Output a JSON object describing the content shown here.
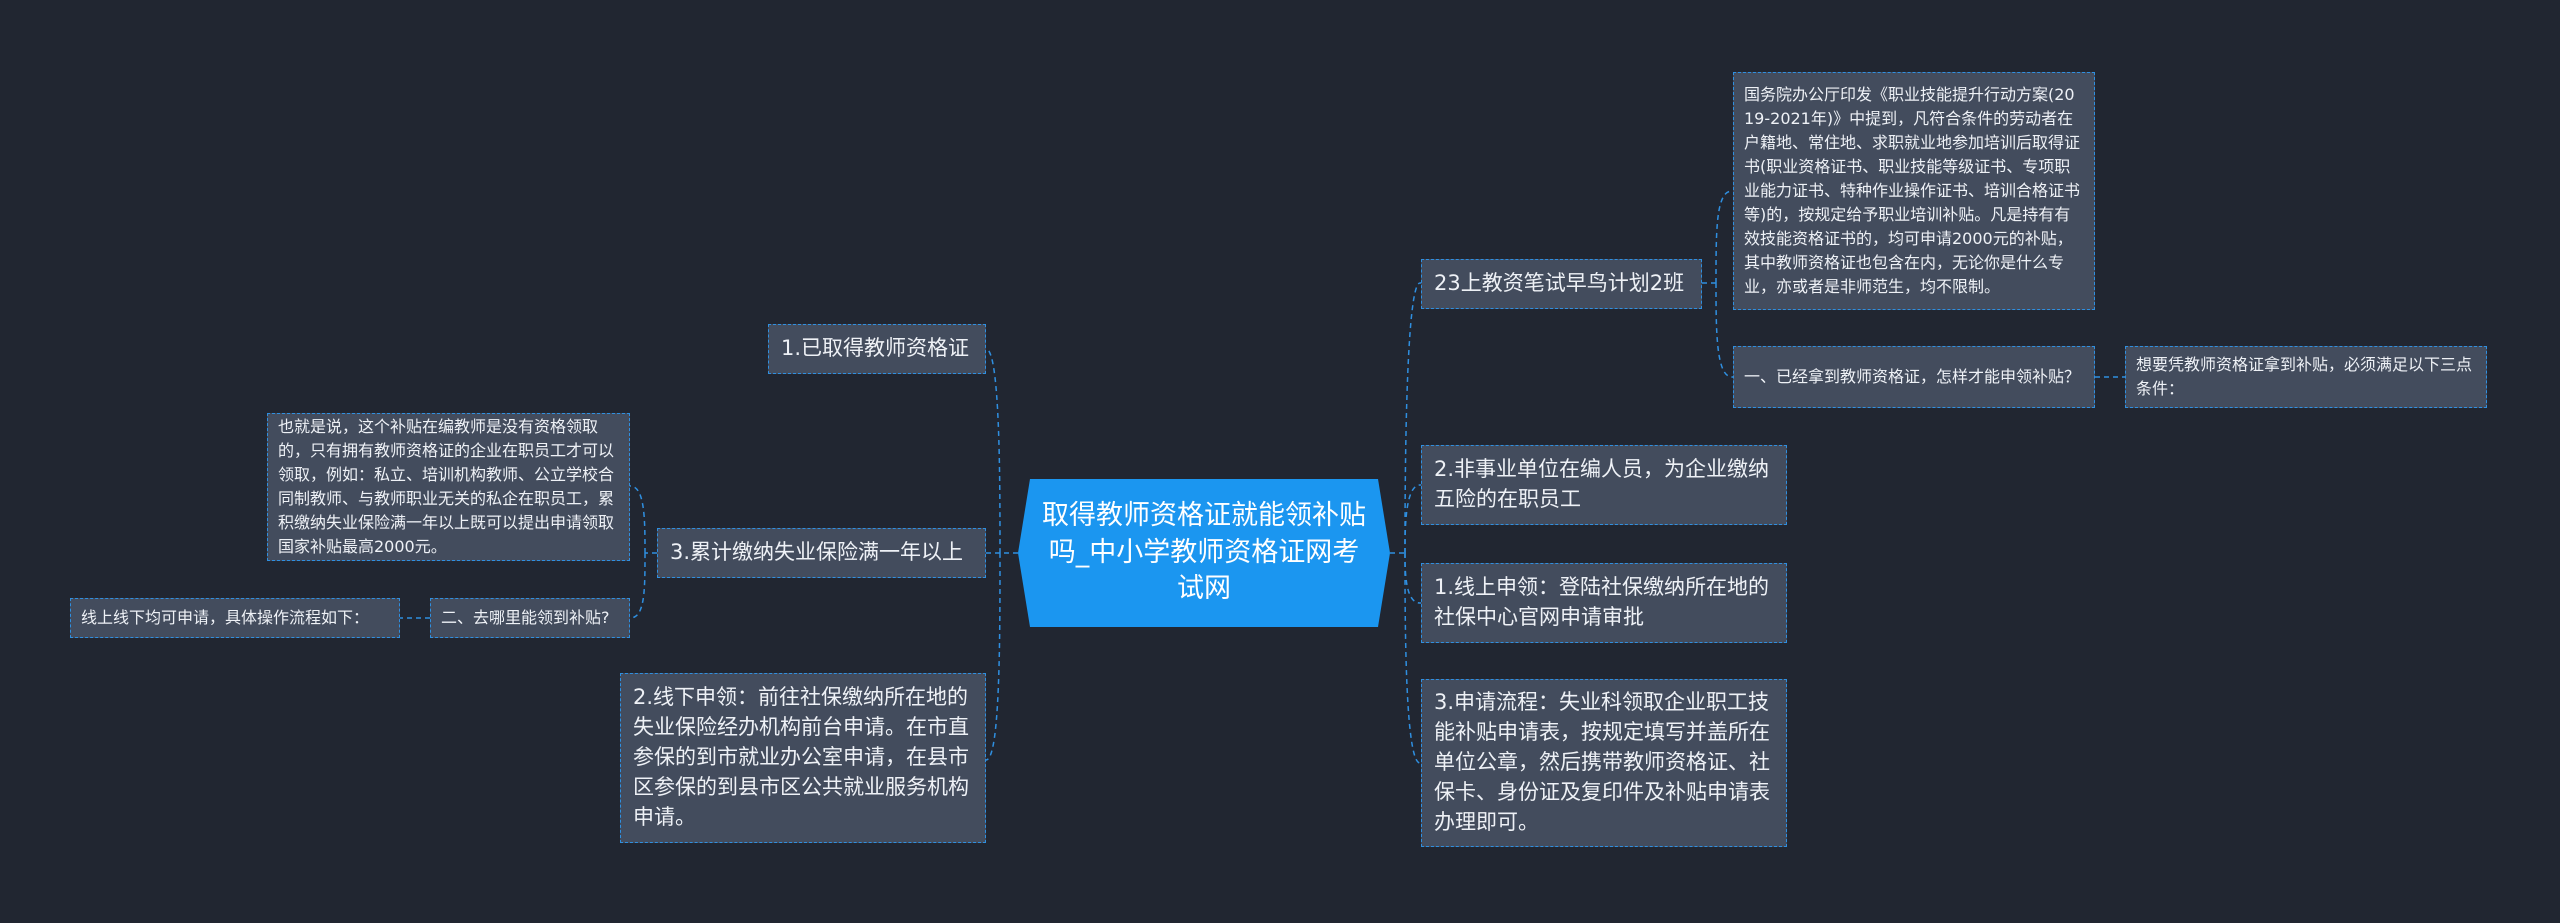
{
  "root": {
    "title": "取得教师资格证就能领补贴吗_中小学教师资格证网考试网"
  },
  "right_branches": {
    "b1": {
      "label": "23上教资笔试早鸟计划2班",
      "notice": "国务院办公厅印发《职业技能提升行动方案(2019-2021年)》中提到，凡符合条件的劳动者在户籍地、常住地、求职就业地参加培训后取得证书(职业资格证书、职业技能等级证书、专项职业能力证书、特种作业操作证书、培训合格证书等)的，按规定给予职业培训补贴。凡是持有有效技能资格证书的，均可申请2000元的补贴，其中教师资格证也包含在内，无论你是什么专业，亦或者是非师范生，均不限制。",
      "question": "一、已经拿到教师资格证，怎样才能申领补贴？",
      "answer": "想要凭教师资格证拿到补贴，必须满足以下三点条件："
    },
    "b2": {
      "label": "2.非事业单位在编人员，为企业缴纳五险的在职员工"
    },
    "b3": {
      "label": "1.线上申领：登陆社保缴纳所在地的社保中心官网申请审批"
    },
    "b4": {
      "label": "3.申请流程：失业科领取企业职工技能补贴申请表，按规定填写并盖所在单位公章，然后携带教师资格证、社保卡、身份证及复印件及补贴申请表办理即可。"
    }
  },
  "left_branches": {
    "b1": {
      "label": "1.已取得教师资格证"
    },
    "b2": {
      "label": "3.累计缴纳失业保险满一年以上",
      "note": "也就是说，这个补贴在编教师是没有资格领取的，只有拥有教师资格证的企业在职员工才可以领取，例如：私立、培训机构教师、公立学校合同制教师、与教师职业无关的私企在职员工，累积缴纳失业保险满一年以上既可以提出申请领取国家补贴最高2000元。",
      "question": "二、去哪里能领到补贴?",
      "answer": "线上线下均可申请，具体操作流程如下："
    },
    "b3": {
      "label": "2.线下申领：前往社保缴纳所在地的失业保险经办机构前台申请。在市直参保的到市就业办公室申请，在县市区参保的到县市区公共就业服务机构申请。"
    }
  },
  "colors": {
    "background": "#212631",
    "root_fill": "#1b96f0",
    "node_fill": "#434c5d",
    "link_stroke": "#2f8fe0",
    "text": "#eef1f6"
  }
}
